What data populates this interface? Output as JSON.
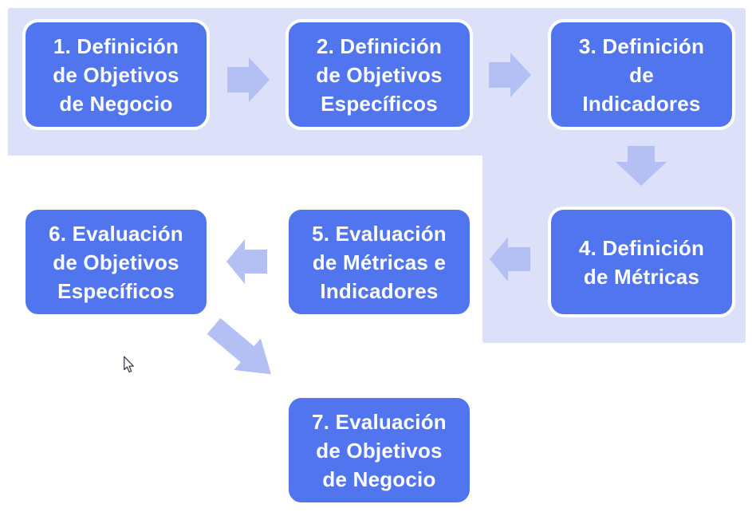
{
  "diagram": {
    "type": "flowchart",
    "language": "es",
    "colors": {
      "box_fill": "#5175ee",
      "box_border": "#ffffff",
      "box_text": "#ffffff",
      "panel_background": "#dce0f8",
      "arrow_fill": "#b4c0f4",
      "page_background": "#ffffff"
    },
    "steps": [
      {
        "number": "1",
        "label": "1. Definición de Objetivos de Negocio",
        "lines": [
          "1. Definición",
          "de Objetivos",
          "de Negocio"
        ]
      },
      {
        "number": "2",
        "label": "2. Definición de Objetivos Específicos",
        "lines": [
          "2. Definición",
          "de Objetivos",
          "Específicos"
        ]
      },
      {
        "number": "3",
        "label": "3. Definición de Indicadores",
        "lines": [
          "3. Definición",
          "de",
          "Indicadores"
        ]
      },
      {
        "number": "4",
        "label": "4. Definición de Métricas",
        "lines": [
          "4. Definición",
          "de Métricas"
        ]
      },
      {
        "number": "5",
        "label": "5. Evaluación de Métricas e Indicadores",
        "lines": [
          "5. Evaluación",
          "de Métricas e",
          "Indicadores"
        ]
      },
      {
        "number": "6",
        "label": "6. Evaluación de Objetivos Específicos",
        "lines": [
          "6. Evaluación",
          "de Objetivos",
          "Específicos"
        ]
      },
      {
        "number": "7",
        "label": "7. Evaluación de Objetivos de Negocio",
        "lines": [
          "7. Evaluación",
          "de Objetivos",
          "de Negocio"
        ]
      }
    ],
    "connections": [
      {
        "from": "1",
        "to": "2",
        "direction": "right"
      },
      {
        "from": "2",
        "to": "3",
        "direction": "right"
      },
      {
        "from": "3",
        "to": "4",
        "direction": "down"
      },
      {
        "from": "4",
        "to": "5",
        "direction": "left"
      },
      {
        "from": "5",
        "to": "6",
        "direction": "left"
      },
      {
        "from": "6",
        "to": "7",
        "direction": "down-right"
      }
    ]
  }
}
